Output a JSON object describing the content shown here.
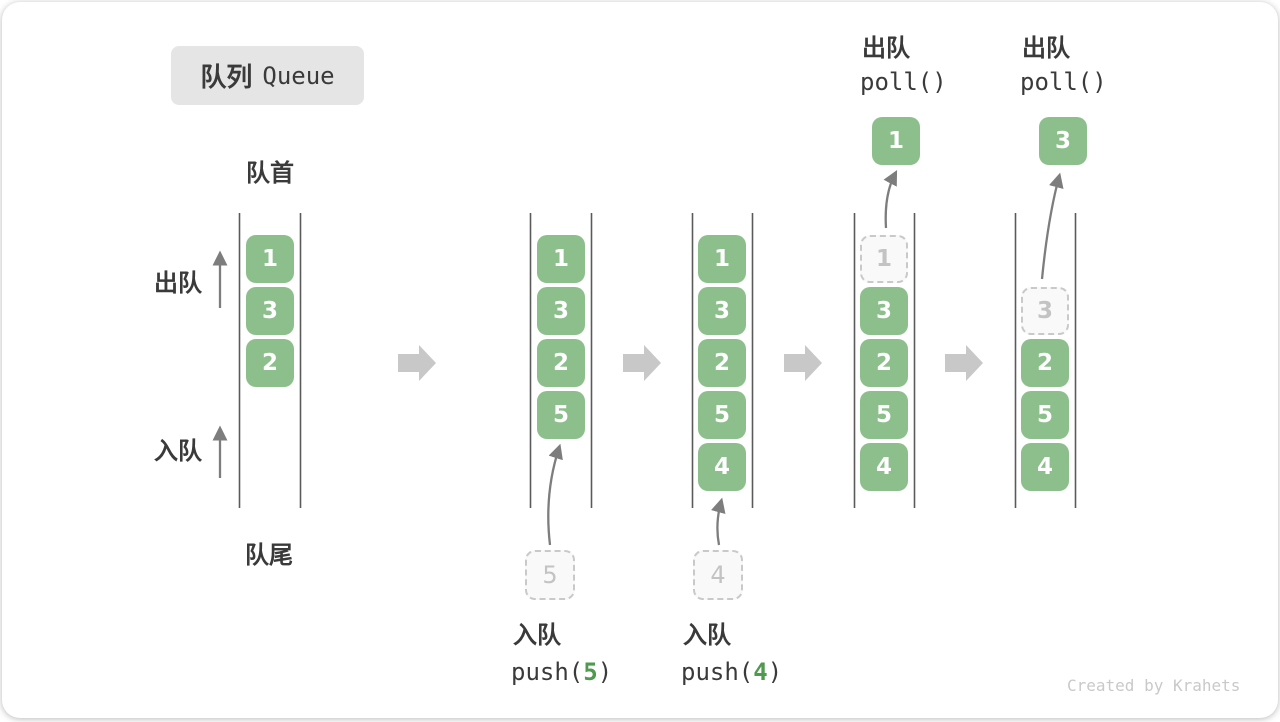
{
  "title": {
    "zh": "队列",
    "en": "Queue"
  },
  "labels": {
    "front": "队首",
    "rear": "队尾",
    "dequeue_side": "出队",
    "enqueue_side": "入队"
  },
  "watermark": "Created by Krahets",
  "colors": {
    "green": "#8dbf8d",
    "accent_green": "#4e9a4e",
    "wall": "#5a5a5a",
    "flow": "#c8c8c8",
    "thin": "#7d7d7d",
    "ghost_border": "#c9c9c9",
    "ghost_text": "#c3c3c3",
    "ghost_bg": "#f9f9f9",
    "text": "#3a3a3a",
    "title_bg": "#e5e5e5",
    "watermark": "#c9c9c9"
  },
  "icons": {
    "flow": "right-block-arrow-icon",
    "enqueue": "up-arrow-icon",
    "dequeue": "up-arrow-icon",
    "transfer": "curved-up-arrow-icon"
  },
  "states": [
    {
      "cells": [
        "1",
        "3",
        "2"
      ]
    },
    {
      "cells": [
        "1",
        "3",
        "2",
        "5"
      ],
      "pending": "5",
      "op": {
        "label": "入队",
        "code_open": "push(",
        "code_arg": "5",
        "code_close": ")"
      }
    },
    {
      "cells": [
        "1",
        "3",
        "2",
        "5",
        "4"
      ],
      "pending": "4",
      "op": {
        "label": "入队",
        "code_open": "push(",
        "code_arg": "4",
        "code_close": ")"
      }
    },
    {
      "ghost": "1",
      "cells": [
        "3",
        "2",
        "5",
        "4"
      ],
      "floating": "1",
      "op": {
        "label": "出队",
        "code": "poll()"
      }
    },
    {
      "ghost": "3",
      "cells": [
        "2",
        "5",
        "4"
      ],
      "floating": "3",
      "op": {
        "label": "出队",
        "code": "poll()"
      }
    }
  ]
}
